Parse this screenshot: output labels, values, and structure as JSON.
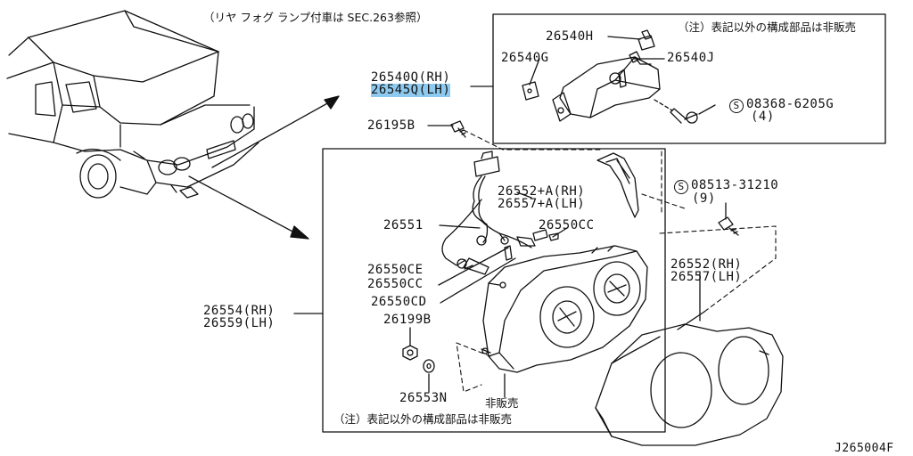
{
  "top_note": "（リヤ フォグ ランプ付車は SEC.263参照）",
  "boxes": {
    "inset_note": "（注）表記以外の構成部品は非販売",
    "main_note": "（注）表記以外の構成部品は非販売"
  },
  "inset_parts": {
    "p26540h": "26540H",
    "p26540g": "26540G",
    "p26540j": "26540J",
    "bolt_symbol": "S",
    "bolt": "08368-6205G",
    "bolt_qty": "(4)"
  },
  "fog_lamp": {
    "rh": "26540Q(RH)",
    "lh": "26545Q(LH)"
  },
  "parts": {
    "p26195b": "26195B",
    "p26552a_rh": "26552+A(RH)",
    "p26557a_lh": "26557+A(LH)",
    "p26551": "26551",
    "p26550cc_a": "26550CC",
    "p26550ce": "26550CE",
    "p26550cc_b": "26550CC",
    "p26550cd": "26550CD",
    "p26554_rh": "26554(RH)",
    "p26559_lh": "26559(LH)",
    "p26199b": "26199B",
    "p26553n": "26553N",
    "not_sold": "非販売",
    "screw_symbol": "S",
    "screw": "08513-31210",
    "screw_qty": "(9)",
    "p26552_rh": "26552(RH)",
    "p26557_lh": "26557(LH)"
  },
  "diagram_id": "J265004F"
}
